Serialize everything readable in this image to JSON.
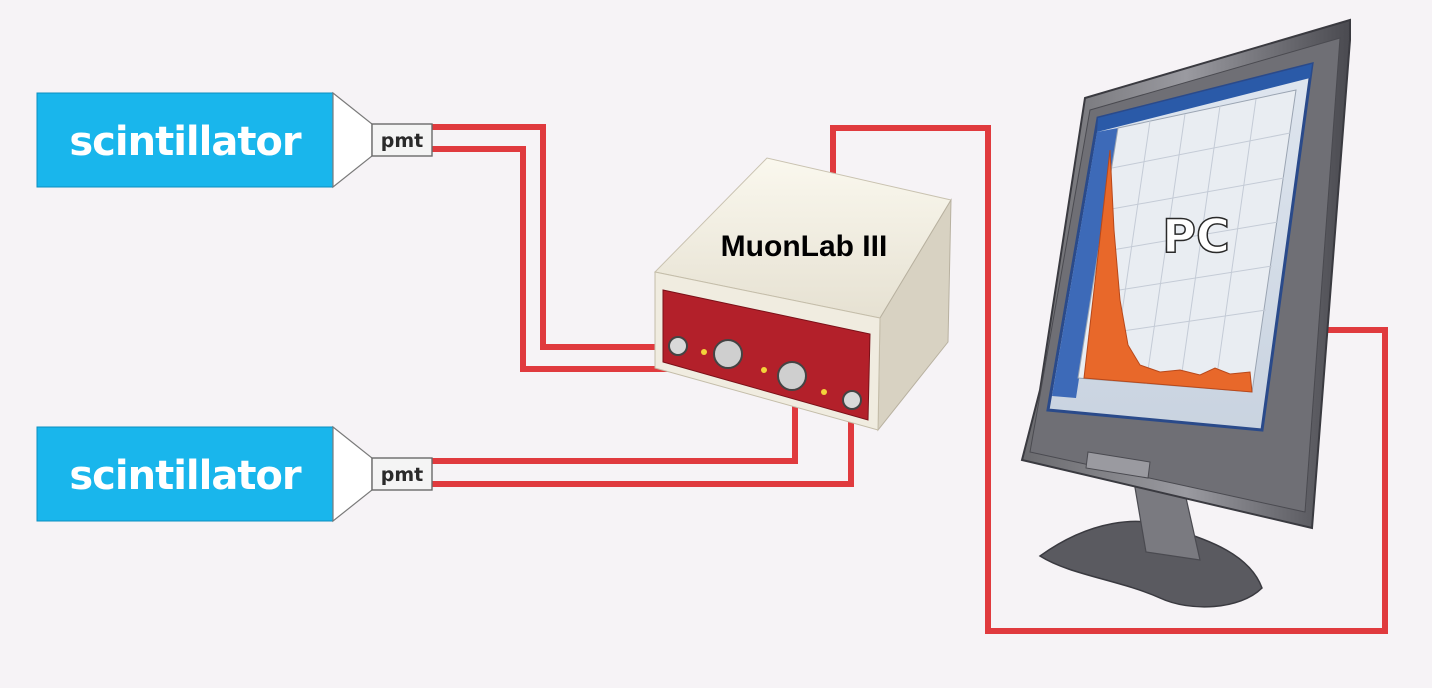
{
  "detectors": [
    {
      "scintillator_label": "scintillator",
      "pmt_label": "pmt"
    },
    {
      "scintillator_label": "scintillator",
      "pmt_label": "pmt"
    }
  ],
  "device": {
    "label": "MuonLab III"
  },
  "computer": {
    "label": "PC"
  },
  "colors": {
    "scintillator": "#19b6ec",
    "cable": "#e03a3e",
    "device_front": "#b3202a",
    "device_body": "#f0ece0",
    "screen_fill": "#e8682a",
    "background": "#f6f3f6"
  }
}
